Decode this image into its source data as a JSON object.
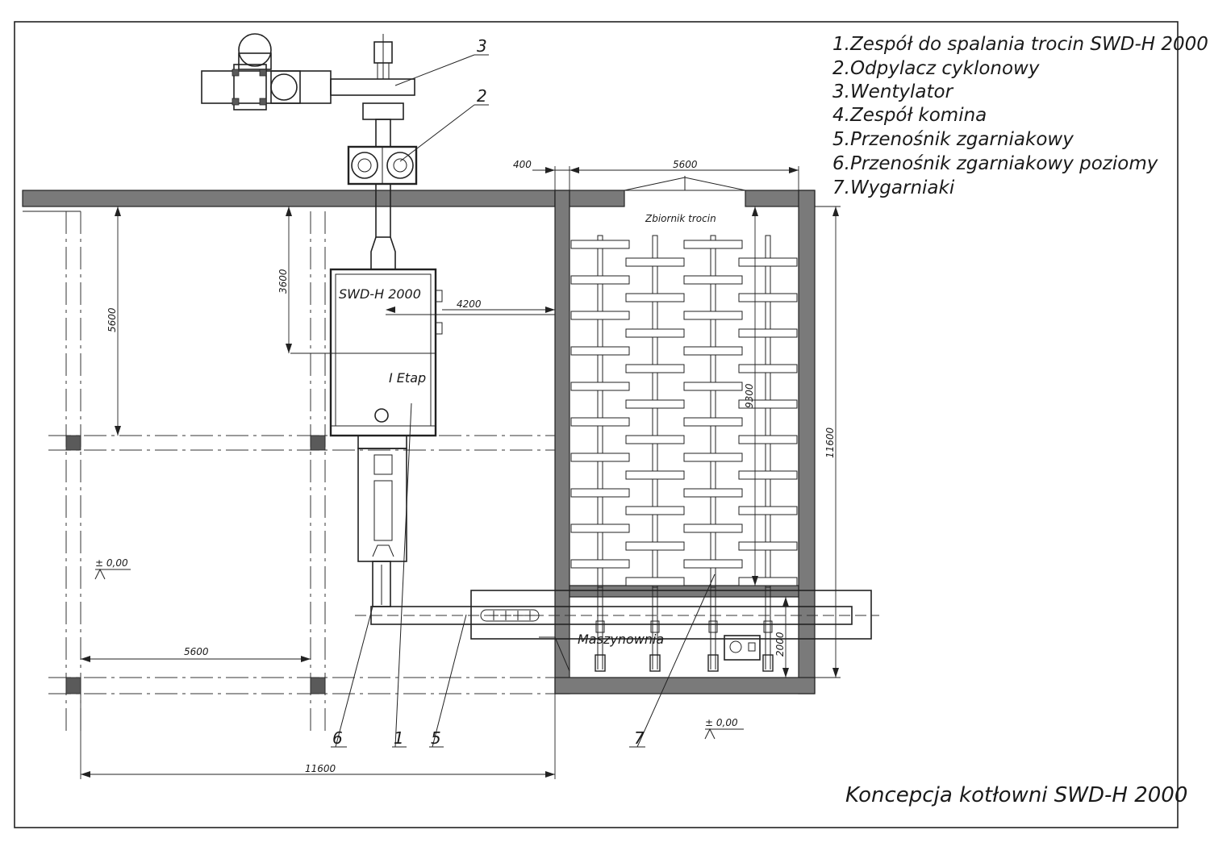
{
  "legend": [
    "1.Zespół do spalania trocin SWD-H 2000",
    "2.Odpylacz cyklonowy",
    "3.Wentylator",
    "4.Zespół komina",
    "5.Przenośnik zgarniakowy",
    "6.Przenośnik zgarniakowy poziomy",
    "7.Wygarniaki"
  ],
  "title": "Koncepcja kotłowni SWD-H 2000",
  "labels": {
    "boiler_name": "SWD-H 2000",
    "stage": "I Etap",
    "silo": "Zbiornik trocin",
    "machine_room": "Maszynownia",
    "level_left": "± 0,00",
    "level_right": "± 0,00"
  },
  "dimensions": {
    "d400": "400",
    "d5600_top": "5600",
    "d4200": "4200",
    "d3600": "3600",
    "d5600_left": "5600",
    "d9300": "9300",
    "d11600_right": "11600",
    "d2000": "2000",
    "d5600_bottom": "5600",
    "d11600_bottom": "11600"
  },
  "callouts": {
    "c1": "1",
    "c2": "2",
    "c3": "3",
    "c5": "5",
    "c6": "6",
    "c7": "7"
  },
  "colors": {
    "line": "#222222",
    "wall": "#7a7a7a",
    "background": "#ffffff"
  }
}
